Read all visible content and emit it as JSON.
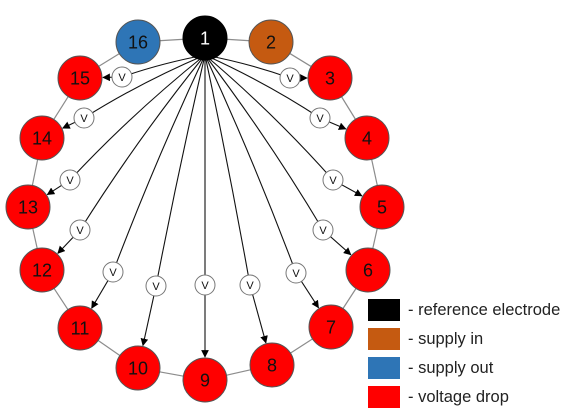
{
  "nodes": [
    {
      "label": "1",
      "role": "reference"
    },
    {
      "label": "2",
      "role": "supply_in"
    },
    {
      "label": "3",
      "role": "voltage_drop"
    },
    {
      "label": "4",
      "role": "voltage_drop"
    },
    {
      "label": "5",
      "role": "voltage_drop"
    },
    {
      "label": "6",
      "role": "voltage_drop"
    },
    {
      "label": "7",
      "role": "voltage_drop"
    },
    {
      "label": "8",
      "role": "voltage_drop"
    },
    {
      "label": "9",
      "role": "voltage_drop"
    },
    {
      "label": "10",
      "role": "voltage_drop"
    },
    {
      "label": "11",
      "role": "voltage_drop"
    },
    {
      "label": "12",
      "role": "voltage_drop"
    },
    {
      "label": "13",
      "role": "voltage_drop"
    },
    {
      "label": "14",
      "role": "voltage_drop"
    },
    {
      "label": "15",
      "role": "voltage_drop"
    },
    {
      "label": "16",
      "role": "supply_out"
    }
  ],
  "voltmeter_symbol": "V",
  "colors": {
    "reference": "#000000",
    "supply_in": "#C55A11",
    "supply_out": "#2E75B6",
    "voltage_drop": "#FF0000"
  },
  "legend": [
    {
      "role": "reference",
      "label": "- reference electrode"
    },
    {
      "role": "supply_in",
      "label": "- supply in"
    },
    {
      "role": "supply_out",
      "label": "- supply out"
    },
    {
      "role": "voltage_drop",
      "label": "- voltage drop"
    }
  ]
}
